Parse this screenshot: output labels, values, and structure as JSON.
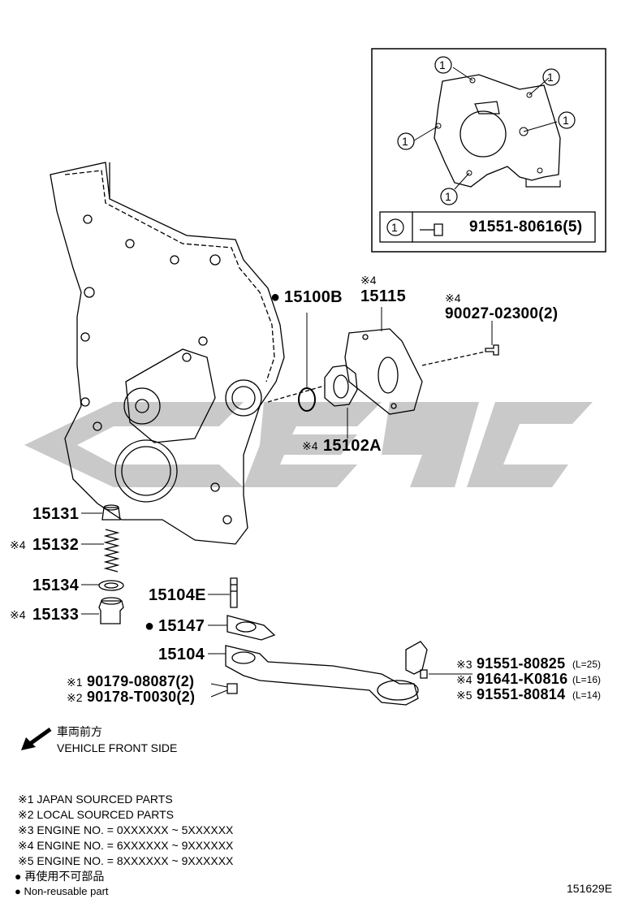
{
  "detail": {
    "callout": "1",
    "part": "91551-80616(5)"
  },
  "parts": {
    "p15100b": "15100B",
    "p15115_note": "※4",
    "p15115": "15115",
    "p90027_note": "※4",
    "p90027": "90027-02300(2)",
    "p15102a_note": "※4",
    "p15102a": "15102A",
    "p15131": "15131",
    "p15132_note": "※4",
    "p15132": "15132",
    "p15134": "15134",
    "p15133_note": "※4",
    "p15133": "15133",
    "p15104e": "15104E",
    "p15147": "15147",
    "p15104": "15104",
    "nut1_note": "※1",
    "nut1": "90179-08087(2)",
    "nut2_note": "※2",
    "nut2": "90178-T0030(2)",
    "bolt3_note": "※3",
    "bolt3": "91551-80825",
    "bolt3_len": "(L=25)",
    "bolt4_note": "※4",
    "bolt4": "91641-K0816",
    "bolt4_len": "(L=16)",
    "bolt5_note": "※5",
    "bolt5": "91551-80814",
    "bolt5_len": "(L=14)"
  },
  "direction": {
    "jp": "車両前方",
    "en": "VEHICLE FRONT SIDE"
  },
  "legend": [
    "※1 JAPAN SOURCED PARTS",
    "※2 LOCAL SOURCED PARTS",
    "※3 ENGINE NO. = 0XXXXXX ~ 5XXXXXX",
    "※4 ENGINE NO. = 6XXXXXX ~ 9XXXXXX",
    "※5 ENGINE NO. = 8XXXXXX ~ 9XXXXXX",
    "● 再使用不可部品",
    "● Non-reusable part"
  ],
  "figure_id": "151629E",
  "colors": {
    "watermark": "#c8c8c8",
    "ink": "#000000"
  }
}
